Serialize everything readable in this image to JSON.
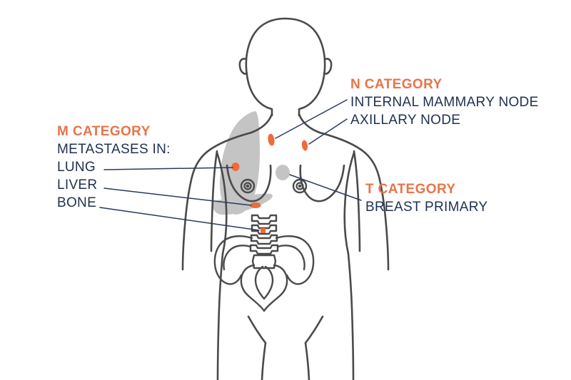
{
  "diagram": {
    "title": "Breast cancer TNM staging sites",
    "colors": {
      "heading_orange": "#e8744a",
      "label_navy": "#1f3050",
      "leader_line": "#2b3a5c",
      "body_outline": "#4a4a4a",
      "organ_grey": "#c4c4c4",
      "marker_orange": "#ef6b3a",
      "background": "#ffffff"
    }
  },
  "m_category": {
    "heading": "M CATEGORY",
    "subtitle": "METASTASES IN:",
    "items": [
      {
        "label": "LUNG"
      },
      {
        "label": "LIVER"
      },
      {
        "label": "BONE"
      }
    ]
  },
  "n_category": {
    "heading": "N CATEGORY",
    "items": [
      {
        "label": "INTERNAL MAMMARY NODE"
      },
      {
        "label": "AXILLARY NODE"
      }
    ]
  },
  "t_category": {
    "heading": "T CATEGORY",
    "items": [
      {
        "label": "BREAST PRIMARY"
      }
    ]
  },
  "markers": {
    "lung_metastasis": "lung-metastasis-marker",
    "liver_metastasis": "liver-metastasis-marker",
    "bone_metastasis": "bone-metastasis-marker",
    "internal_mammary_node": "internal-mammary-node-marker",
    "axillary_node": "axillary-node-marker",
    "breast_primary": "breast-primary-tumor-marker"
  },
  "anatomy": {
    "lung": "lung-shape",
    "liver": "liver-shape",
    "spine": "spine-shape",
    "pelvis": "pelvis-shape",
    "head": "head-outline",
    "torso": "torso-outline"
  }
}
